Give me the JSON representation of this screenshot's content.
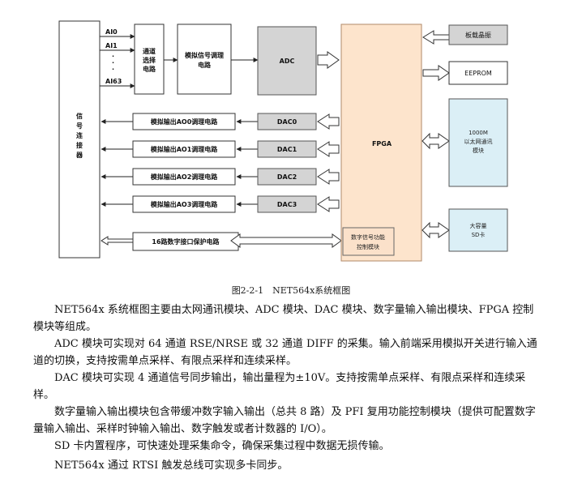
{
  "diagram": {
    "connector": "信号连接器",
    "inputs": [
      "AI0",
      "AI1",
      "AI63"
    ],
    "input_ellipsis": "⋮",
    "mux": "通道选择电路",
    "conditioning": "模拟信号调理电路",
    "adc": "ADC",
    "dacs": [
      "DAC0",
      "DAC1",
      "DAC2",
      "DAC3"
    ],
    "ao_circuits": [
      "模拟输出AO0调理电路",
      "模拟输出AO1调理电路",
      "模拟输出AO2调理电路",
      "模拟输出AO3调理电路"
    ],
    "digital_protect": "16路数字接口保护电路",
    "fpga": "FPGA",
    "fpga_sub": [
      "数字信号功能",
      "控制模块"
    ],
    "crystal": "板载晶振",
    "eeprom": "EEPROM",
    "ethernet": [
      "1000M",
      "以太网通讯",
      "模块"
    ],
    "sdcard": [
      "大容量",
      "SD卡"
    ]
  },
  "caption": "图2-2-1　NET564x系统框图",
  "paragraphs": [
    "NET564x 系统框图主要由太网通讯模块、ADC 模块、DAC 模块、数字量输入输出模块、FPGA 控制模块等组成。",
    "ADC 模块可实现对 64 通道 RSE/NRSE 或 32 通道 DIFF 的采集。输入前端采用模拟开关进行输入通道的切换，支持按需单点采样、有限点采样和连续采样。",
    "DAC 模块可实现 4 通道信号同步输出，输出量程为±10V。支持按需单点采样、有限点采样和连续采样。",
    "数字量输入输出模块包含带缓冲数字输入输出（总共 8 路）及 PFI 复用功能控制模块（提供可配置数字量输入输出、采样时钟输入输出、数字触发或者计数器的 I/O）。",
    "SD 卡内置程序，可快速处理采集命令，确保采集过程中数据无损传输。",
    "NET564x 通过 RTSI 触发总线可实现多卡同步。"
  ]
}
